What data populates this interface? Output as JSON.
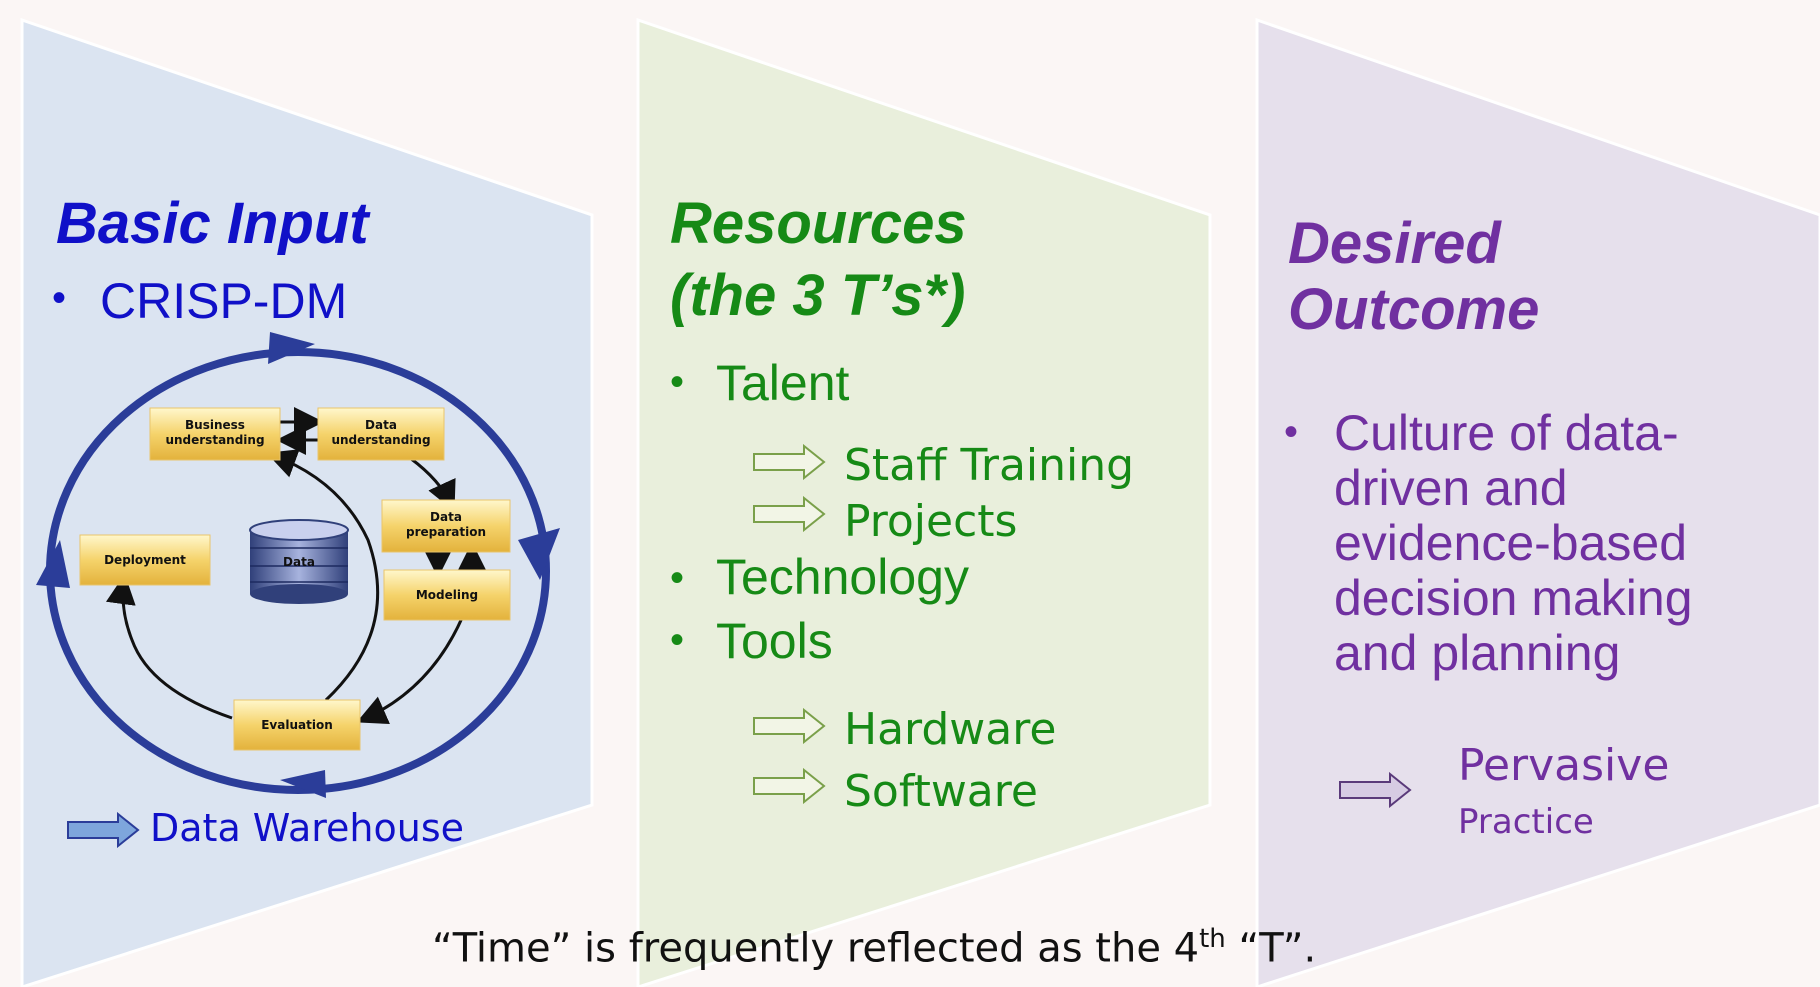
{
  "panels": {
    "basic": {
      "title": "Basic Input",
      "bullet": "CRISP-DM",
      "arrow_label": "Data Warehouse",
      "color": "#1010c8",
      "bg": "#dbe4f1"
    },
    "resources": {
      "title_line1": "Resources",
      "title_line2": "(the 3 T’s*)",
      "bullets": [
        "Talent",
        "Technology",
        "Tools"
      ],
      "talent_items": [
        "Staff Training",
        "Projects"
      ],
      "tools_items": [
        "Hardware",
        "Software"
      ],
      "color": "#168a16",
      "bg": "#e9efdc"
    },
    "outcome": {
      "title_line1": "Desired",
      "title_line2": "Outcome",
      "bullet_lines": [
        "Culture of data-",
        "driven and",
        "evidence-based",
        "decision making",
        "and planning"
      ],
      "arrow_label_1": "Pervasive",
      "arrow_label_2": "Practice",
      "color": "#7030a0",
      "bg": "#e6e0ec"
    }
  },
  "crisp_dm": {
    "boxes": {
      "business": [
        "Business",
        "understanding"
      ],
      "data_understanding": [
        "Data",
        "understanding"
      ],
      "data_preparation": [
        "Data",
        "preparation"
      ],
      "modeling": "Modeling",
      "evaluation": "Evaluation",
      "deployment": "Deployment",
      "data": "Data"
    }
  },
  "footnote": {
    "before": "“Time” is frequently reflected as the 4",
    "sup": "th",
    "after": " “T”."
  }
}
